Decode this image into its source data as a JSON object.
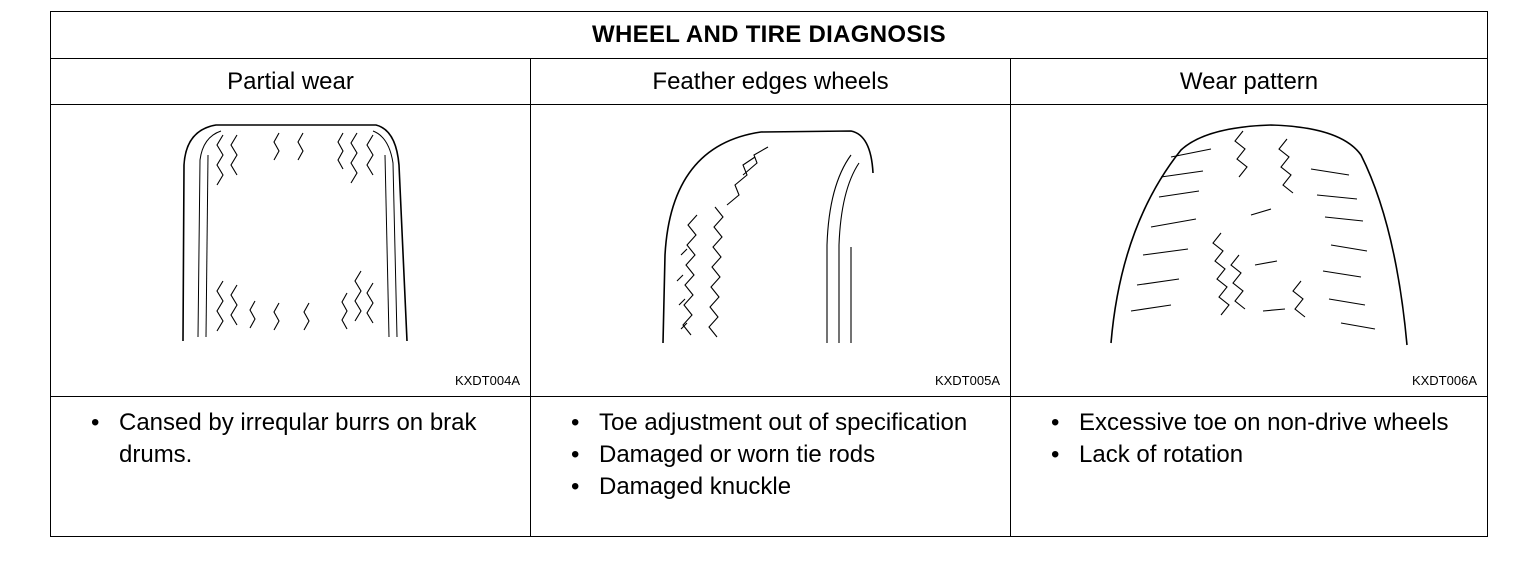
{
  "title": "WHEEL AND TIRE DIAGNOSIS",
  "columns": [
    {
      "heading": "Partial wear",
      "figure_code": "KXDT004A",
      "figure_icon": "tire-tread-partial-wear-illustration",
      "causes": [
        "Cansed by irreqular burrs on brak drums."
      ]
    },
    {
      "heading": "Feather edges wheels",
      "figure_code": "KXDT005A",
      "figure_icon": "tire-tread-feather-edge-illustration",
      "causes": [
        "Toe adjustment out of specification",
        "Damaged or worn tie rods",
        "Damaged knuckle"
      ]
    },
    {
      "heading": "Wear pattern",
      "figure_code": "KXDT006A",
      "figure_icon": "tire-tread-wear-pattern-illustration",
      "causes": [
        "Excessive toe on non-drive wheels",
        "Lack of rotation"
      ]
    }
  ]
}
